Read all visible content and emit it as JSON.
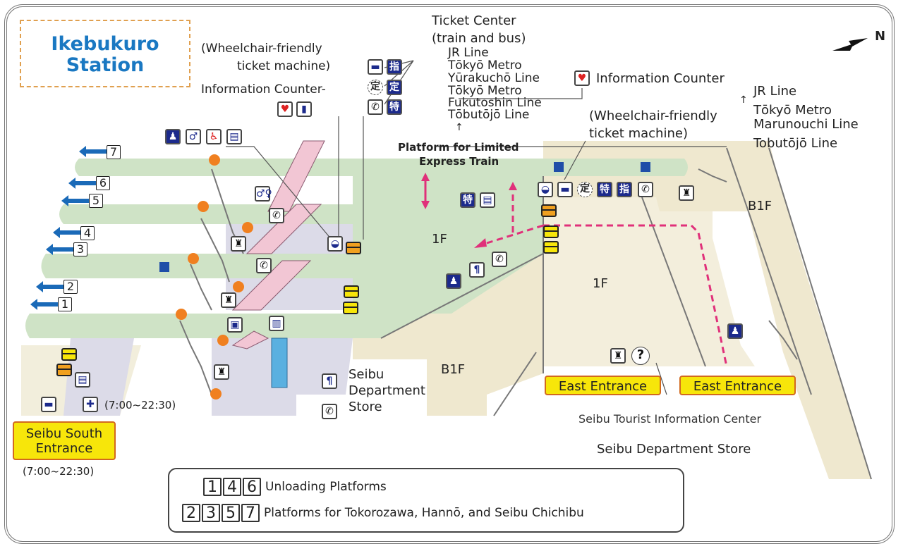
{
  "title": {
    "line1": "Ikebukuro",
    "line2": "Station"
  },
  "compass": {
    "label": "N"
  },
  "top_left_callouts": {
    "wheelchair_ticket_machine": [
      "(Wheelchair-friendly",
      "ticket machine)"
    ],
    "information_counter": "Information Counter-"
  },
  "ticket_center": {
    "title": [
      "Ticket Center",
      "(train and bus)"
    ],
    "lines": [
      "JR Line",
      "Tōkyō Metro",
      "Yūrakuchō Line",
      "Tōkyō Metro",
      "Fukutoshin Line",
      "Tōbutōjō Line"
    ]
  },
  "right_callouts": {
    "information_counter": "Information Counter",
    "wheelchair_ticket_machine": [
      "(Wheelchair-friendly",
      "ticket machine)"
    ],
    "lines": [
      "JR Line",
      "Tōkyō Metro",
      "Marunouchi Line",
      "Tobutōjō Line"
    ]
  },
  "platform_limited_express": [
    "Platform for Limited",
    "Express Train"
  ],
  "floor_labels": {
    "main_1f": "1F",
    "east_1f": "1F",
    "b1f_center": "B1F",
    "b1f_right": "B1F"
  },
  "seibu_dept_store_left": [
    "Seibu",
    "Department",
    "Store"
  ],
  "seibu_dept_store_bottom": "Seibu Department Store",
  "seibu_tourist_info": "Seibu Tourist Information Center",
  "entrances": {
    "south": {
      "label": [
        "Seibu South",
        "Entrance"
      ],
      "hours": "(7:00~22:30)"
    },
    "east_left": "East Entrance",
    "east_right": "East Entrance"
  },
  "south_hours_callout": "(7:00~22:30)",
  "platforms": [
    "7",
    "6",
    "5",
    "4",
    "3",
    "2",
    "1"
  ],
  "icon_glyphs": {
    "reserved": "指",
    "commuter": "定",
    "limited": "特",
    "phone": "✆",
    "toilet": "🚻",
    "question": "?"
  },
  "legend": {
    "rows": [
      {
        "platforms": [
          "1",
          "4",
          "6"
        ],
        "text": "Unloading Platforms"
      },
      {
        "platforms": [
          "2",
          "3",
          "5",
          "7"
        ],
        "text": "Platforms for Tokorozawa, Hannō, and Seibu Chichibu"
      }
    ]
  },
  "colors": {
    "platform_green": "#cfe3c6",
    "b1f_beige": "#efe8cf",
    "concourse_lilac": "#dcdbe8",
    "escalator_pink": "#f2c6d4",
    "route_magenta": "#e0307a",
    "title_blue": "#1a78c2",
    "entrance_yellow": "#f7e60a",
    "icon_navy": "#1c2a8c",
    "dot_orange": "#f08020"
  }
}
